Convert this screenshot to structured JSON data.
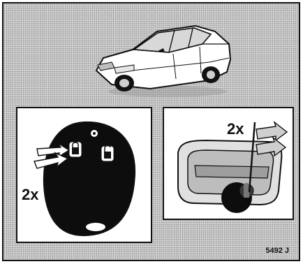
{
  "remote_panel": {
    "press_count_label": "2x"
  },
  "door_panel": {
    "press_count_label": "2x"
  },
  "figure_ref": "5492 J"
}
